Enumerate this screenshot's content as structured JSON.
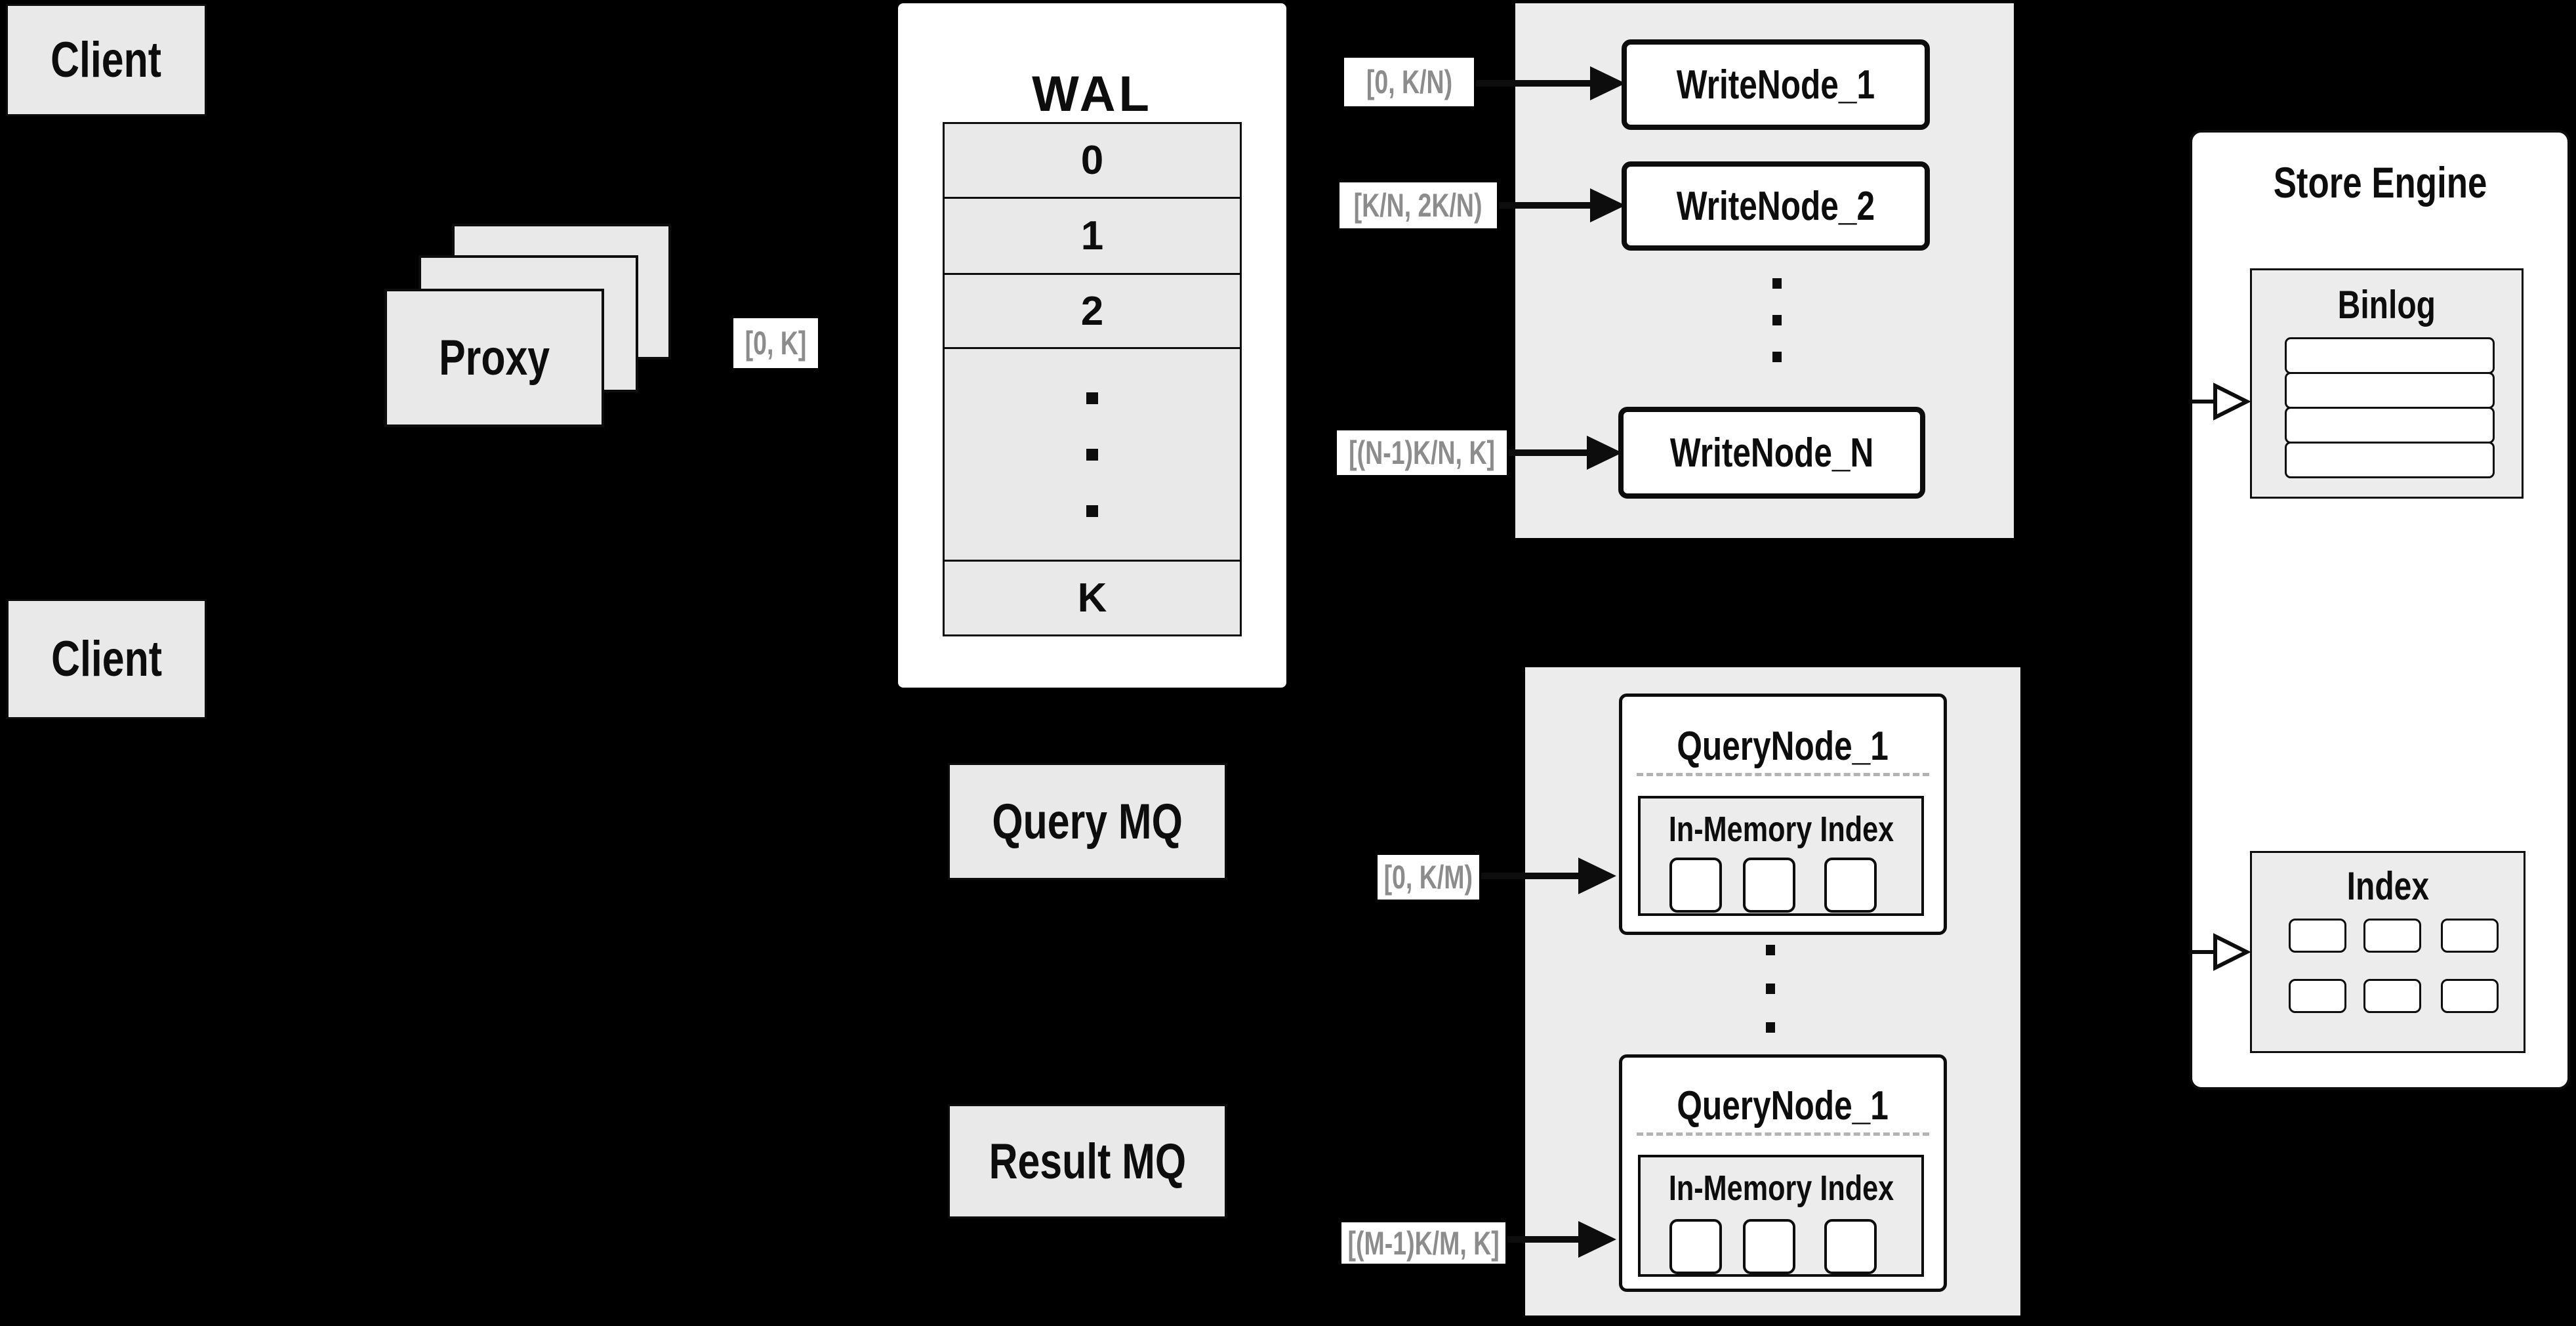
{
  "clients": {
    "top_label": "Client",
    "bottom_label": "Client"
  },
  "proxy": {
    "label": "Proxy"
  },
  "wal": {
    "title": "WAL",
    "row_0": "0",
    "row_1": "1",
    "row_2": "2",
    "row_k": "K"
  },
  "range_labels": {
    "proxy_to_wal": "[0, K]",
    "wal_to_write_1": "[0, K/N)",
    "wal_to_write_2": "[K/N, 2K/N)",
    "wal_to_write_n": "[(N-1)K/N, K]",
    "query_mq_to_node": "[0, K/M)",
    "result_mq_to_node": "[(M-1)K/M, K]"
  },
  "write_nodes": {
    "node_1": "WriteNode_1",
    "node_2": "WriteNode_2",
    "node_n": "WriteNode_N"
  },
  "query_nodes": {
    "top": {
      "title": "QueryNode_1",
      "inner_title": "In-Memory Index"
    },
    "bottom": {
      "title": "QueryNode_1",
      "inner_title": "In-Memory Index"
    }
  },
  "store_engine": {
    "title": "Store Engine",
    "binlog_title": "Binlog",
    "index_title": "Index"
  },
  "mq": {
    "query_label": "Query MQ",
    "result_label": "Result MQ"
  },
  "decorations": {
    "vertical_ellipsis": "..."
  },
  "colors": {
    "background": "#000000",
    "box_fill": "#e9e9e9",
    "panel_fill": "#ececec",
    "white": "#ffffff",
    "stroke": "#0d0d0d",
    "range_label_text": "#8c8c8c",
    "dashed_separator": "#b3b3b3"
  }
}
